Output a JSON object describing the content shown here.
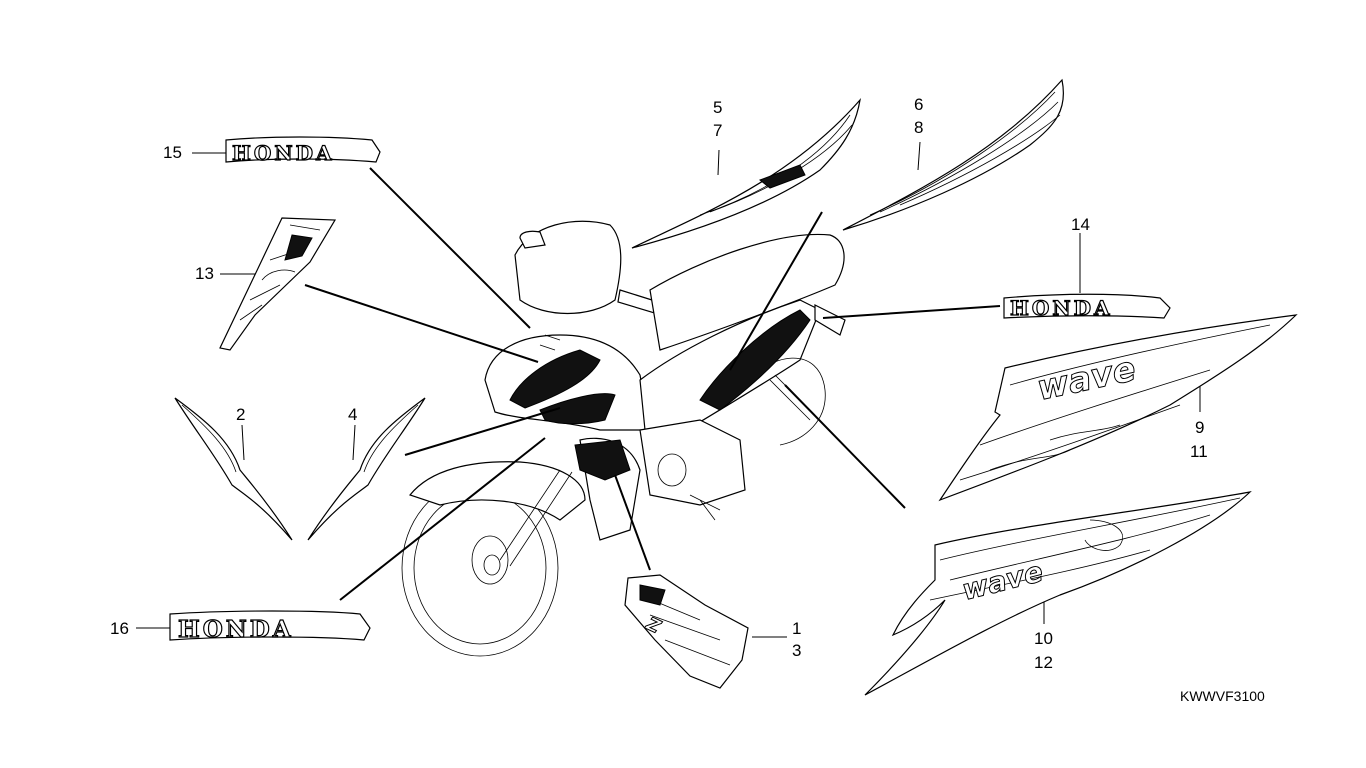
{
  "callouts": {
    "c1": "1",
    "c2": "2",
    "c3": "3",
    "c4": "4",
    "c5": "5",
    "c6": "6",
    "c7": "7",
    "c8": "8",
    "c9": "9",
    "c10": "10",
    "c11": "11",
    "c12": "12",
    "c13": "13",
    "c14": "14",
    "c15": "15",
    "c16": "16"
  },
  "emblem_text": {
    "honda_15": "HONDA",
    "honda_14": "HONDA",
    "honda_16": "HONDA",
    "wave_9": "wave",
    "wave_10": "wave"
  },
  "diagram_code": "KWWVF3100"
}
